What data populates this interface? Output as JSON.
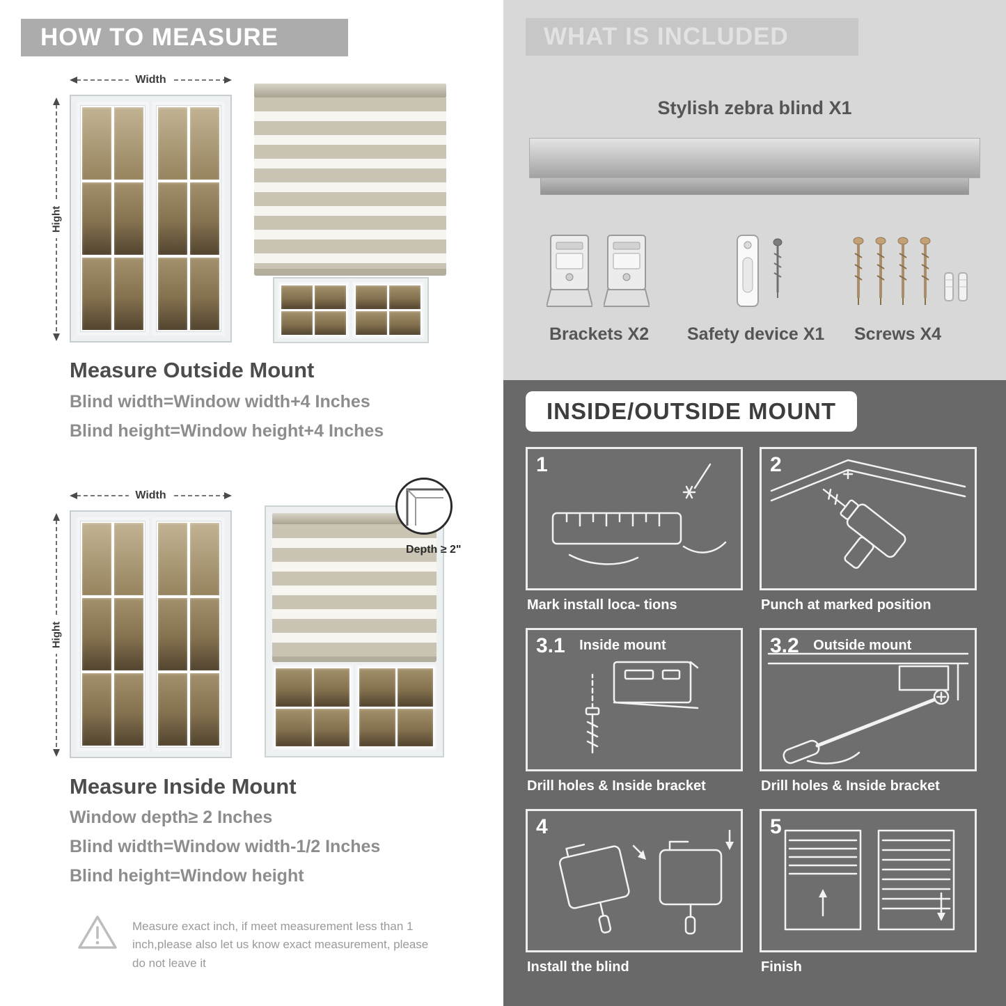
{
  "colors": {
    "banner_gray": "#acacac",
    "included_bg": "#d8d8d8",
    "mount_bg": "#696969",
    "heading_dark": "#4c4c4c",
    "body_gray": "#8d8d8d"
  },
  "left": {
    "banner": "HOW TO MEASURE",
    "outside": {
      "width_label": "Width",
      "height_label": "Hight",
      "title": "Measure Outside Mount",
      "lines": [
        "Blind width=Window width+4 Inches",
        "Blind height=Window height+4 Inches"
      ]
    },
    "inside": {
      "width_label": "Width",
      "height_label": "Hight",
      "depth_label": "Depth ≥ 2\"",
      "title": "Measure Inside Mount",
      "lines": [
        "Window depth≥ 2 Inches",
        "Blind width=Window width-1/2 Inches",
        "Blind height=Window height"
      ]
    },
    "warning_text": "Measure exact inch, if meet measurement less than 1 inch,please also let us know exact measurement, please do not leave it"
  },
  "right": {
    "included": {
      "banner": "WHAT IS INCLUDED",
      "product_label": "Stylish zebra blind X1",
      "parts": [
        {
          "label": "Brackets X2"
        },
        {
          "label": "Safety device X1"
        },
        {
          "label": "Screws X4"
        }
      ]
    },
    "mount": {
      "title": "INSIDE/OUTSIDE MOUNT",
      "steps": [
        {
          "num": "1",
          "label": "",
          "caption": "Mark install loca- tions"
        },
        {
          "num": "2",
          "label": "",
          "caption": "Punch at  marked position"
        },
        {
          "num": "3.1",
          "label": "Inside mount",
          "caption": "Drill holes &  Inside bracket"
        },
        {
          "num": "3.2",
          "label": "Outside mount",
          "caption": "Drill holes &  Inside bracket"
        },
        {
          "num": "4",
          "label": "",
          "caption": "Install the blind"
        },
        {
          "num": "5",
          "label": "",
          "caption": "Finish"
        }
      ]
    }
  }
}
